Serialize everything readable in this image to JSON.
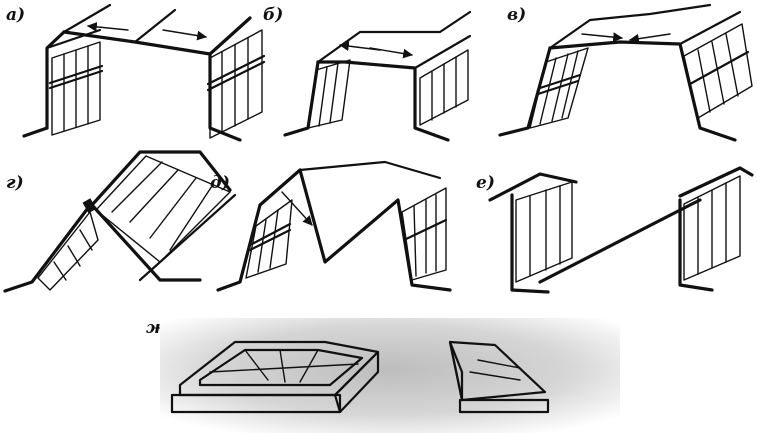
{
  "figure": {
    "panel_labels": {
      "a": "а)",
      "b": "б)",
      "v": "в)",
      "g": "г)",
      "d": "д)",
      "e": "е)",
      "zh": "ж)"
    },
    "colors": {
      "ink": "#111111",
      "paper": "#ffffff",
      "shade_light": "#d9d9d9",
      "shade_dark": "#8a8a8a",
      "glass": "#e8e8e8"
    }
  }
}
